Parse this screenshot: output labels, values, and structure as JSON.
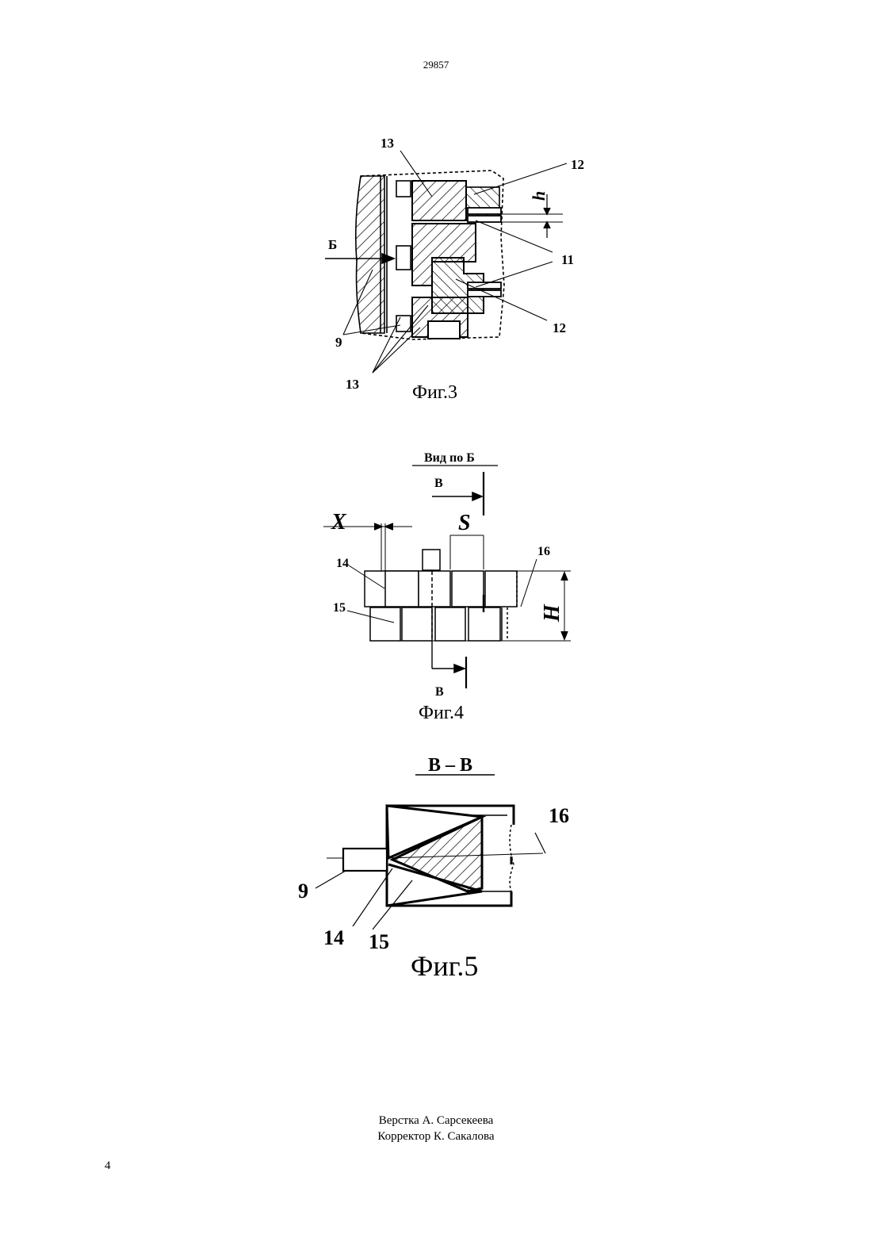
{
  "header": {
    "page_number": "29857"
  },
  "figure3": {
    "caption": "Фиг.3",
    "labels": {
      "l13_top": "13",
      "l12_top": "12",
      "h": "h",
      "b": "Б",
      "l11": "11",
      "l12_bottom": "12",
      "l9": "9",
      "l13_bottom": "13"
    }
  },
  "figure4": {
    "caption": "Фиг.4",
    "title": "Вид по Б",
    "labels": {
      "v_top": "В",
      "x": "X",
      "s": "S",
      "l14": "14",
      "l16": "16",
      "l15": "15",
      "H": "H",
      "v_bottom": "В"
    }
  },
  "figure5": {
    "caption": "Фиг.5",
    "title": "В – В",
    "labels": {
      "l16": "16",
      "l9": "9",
      "l14": "14",
      "l15": "15"
    }
  },
  "footer": {
    "layout_credit": "Верстка А. Сарсекеева",
    "corrector_credit": "Корректор К. Сакалова",
    "sheet_number": "4"
  }
}
